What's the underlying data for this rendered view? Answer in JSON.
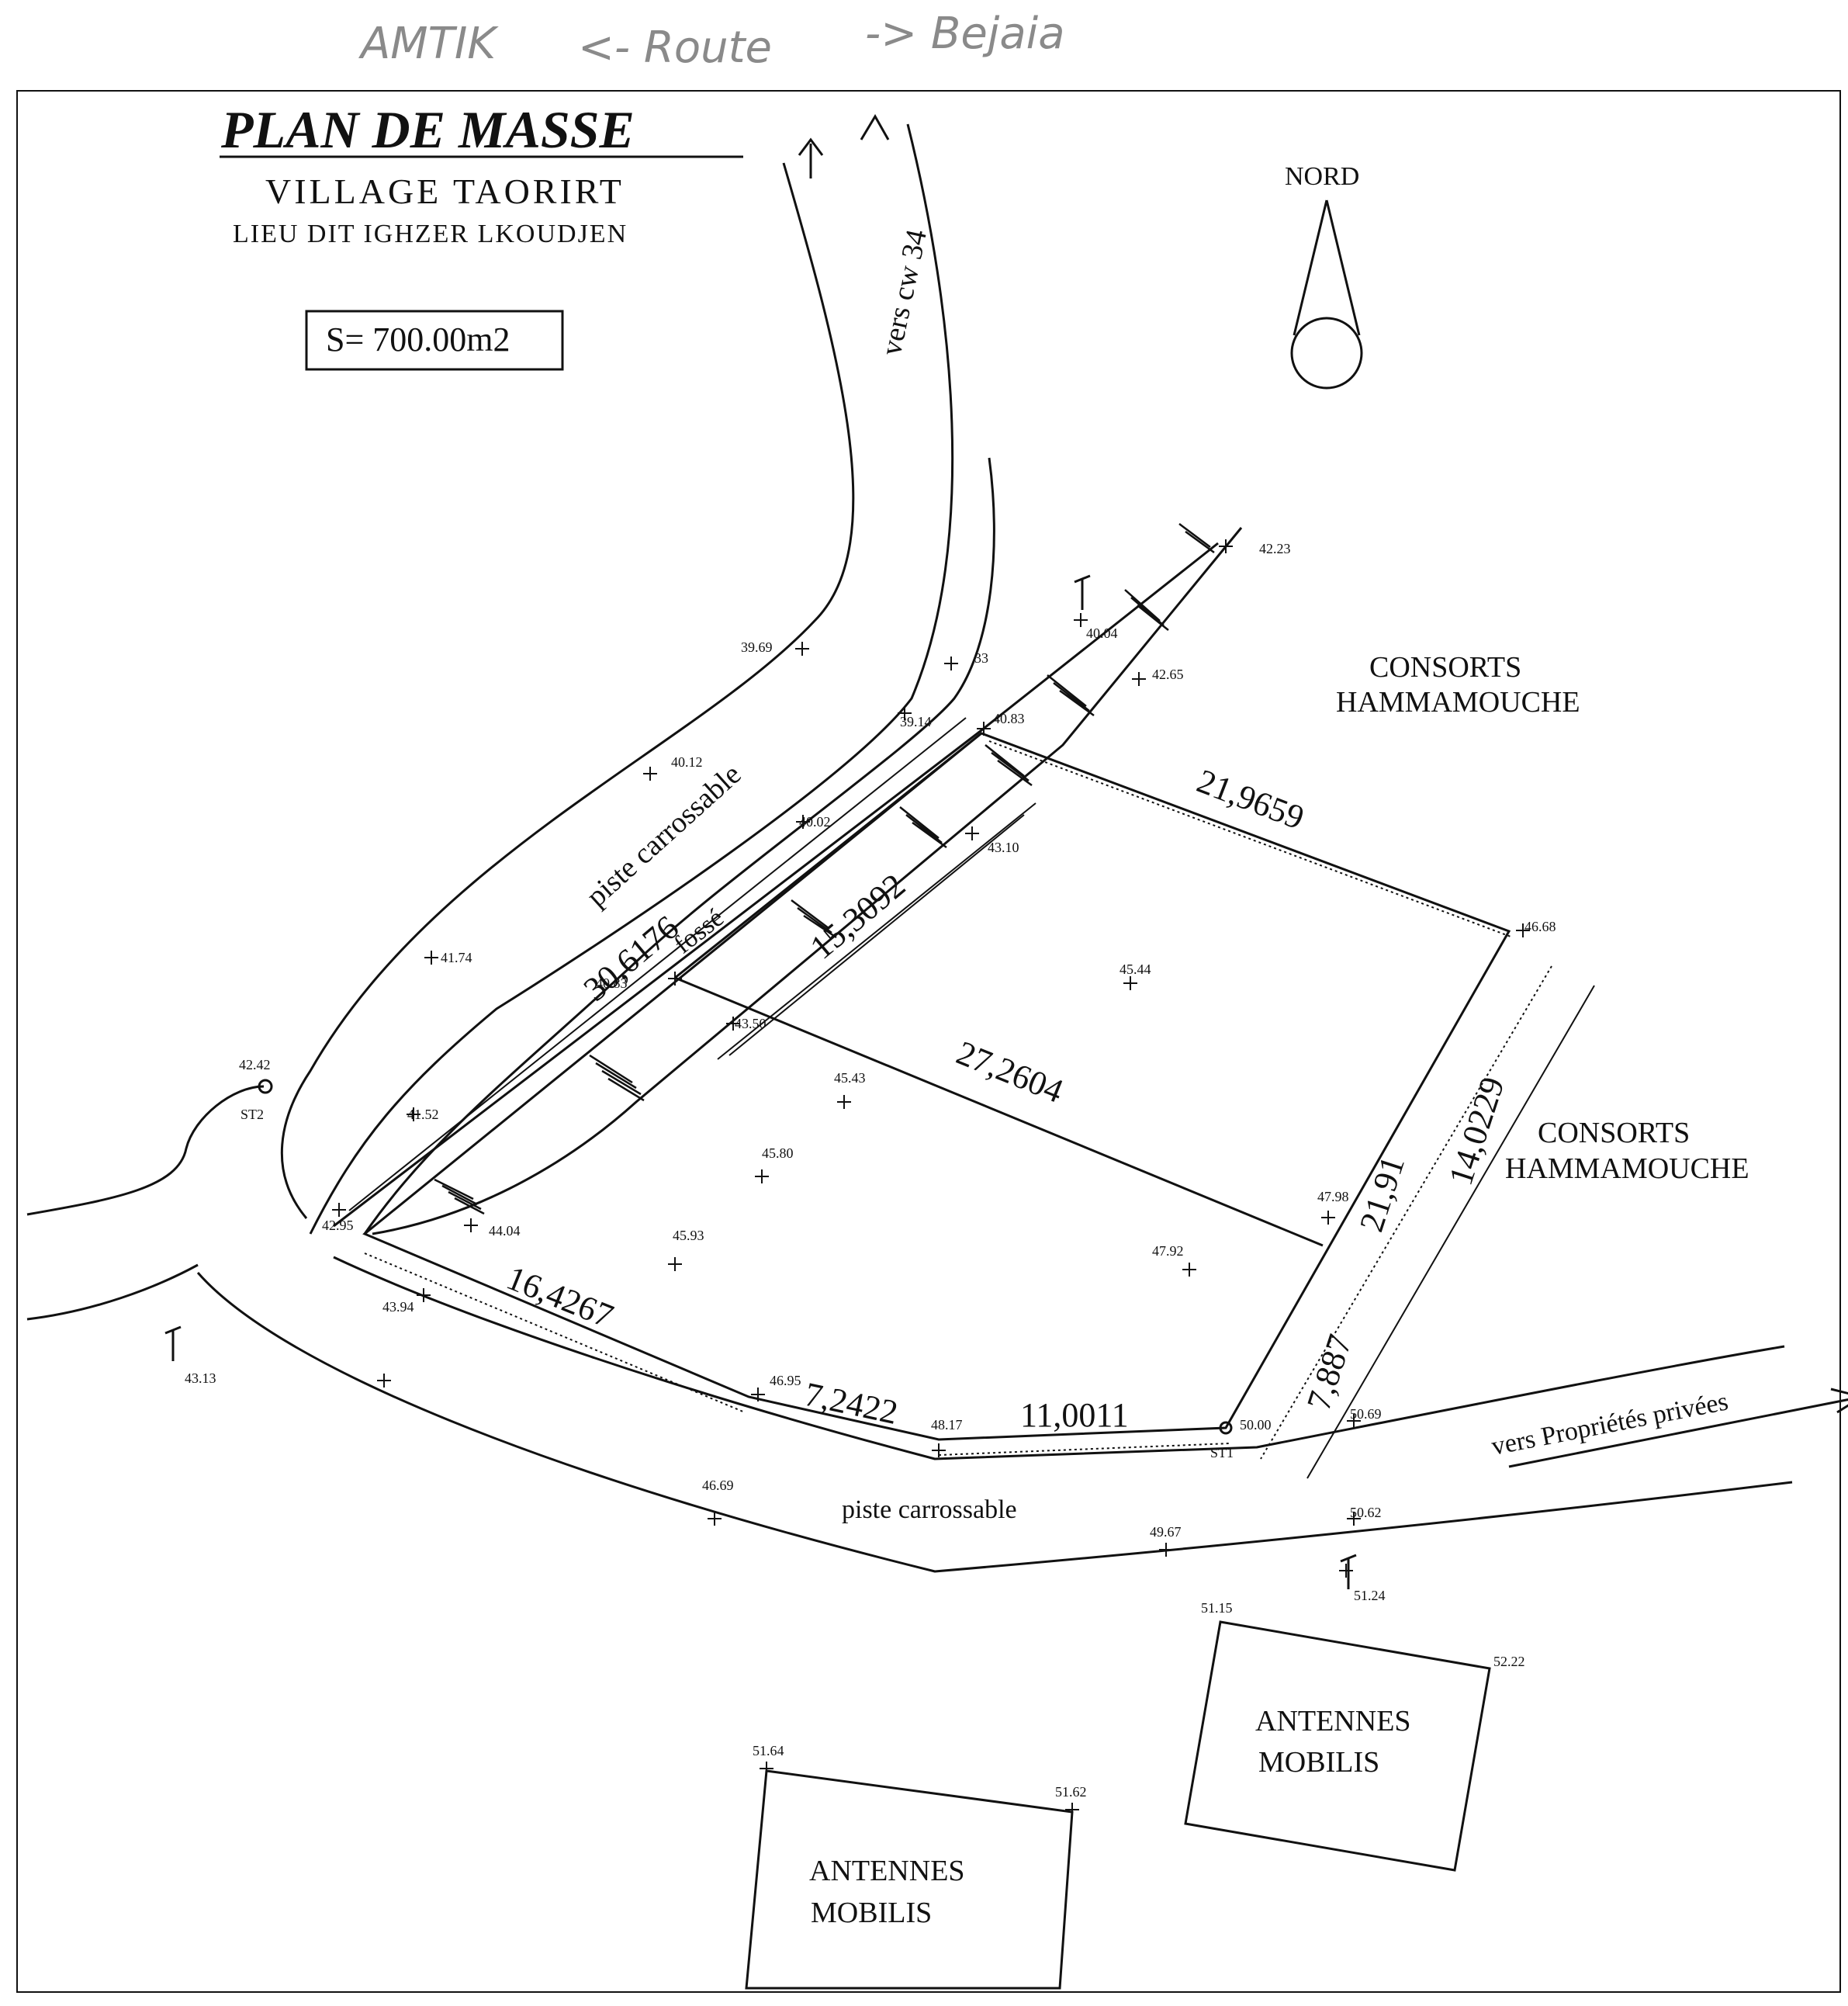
{
  "handwritten": {
    "left": "AMTIK",
    "middle": "<- Route",
    "right": "-> Bejaia"
  },
  "title": "PLAN DE MASSE",
  "subtitle": "VILLAGE TAORIRT",
  "locality": "LIEU DIT IGHZER LKOUDJEN",
  "surface": "S= 700.00m2",
  "north_label": "NORD",
  "road_labels": {
    "to_cw34": "vers cw 34",
    "track_upper": "piste carrossable",
    "track_lower": "piste carrossable",
    "to_private": "vers Propriétés privées",
    "ditch": "fossé"
  },
  "neighbours": {
    "east_upper": [
      "CONSORTS",
      "HAMMAMOUCHE"
    ],
    "east_lower": [
      "CONSORTS",
      "HAMMAMOUCHE"
    ]
  },
  "antennas": {
    "right": [
      "ANTENNES",
      "MOBILIS"
    ],
    "left": [
      "ANTENNES",
      "MOBILIS"
    ]
  },
  "stations": {
    "st2": "ST2",
    "st1": "ST1"
  },
  "dimensions": {
    "d1": "21,9659",
    "d2": "27,2604",
    "d3": "16,4267",
    "d4": "7,2422",
    "d5": "11,0011",
    "d6": "21,91",
    "d7": "14,0229",
    "d8": "7,887",
    "d9": "30,6176",
    "d10": "15,3092"
  },
  "elevations": {
    "e01": "42.23",
    "e02": "40.04",
    "e03": "42.65",
    "e04": "33",
    "e05": "39.69",
    "e06": "39.14",
    "e07": "40.83",
    "e08": "40.12",
    "e09": "40.02",
    "e10": "43.10",
    "e11": "41.74",
    "e12": "40.83",
    "e13": "43.50",
    "e14": "42.42",
    "e15": "41.52",
    "e16": "42.95",
    "e17": "44.04",
    "e18": "43.94",
    "e19": "43.13",
    "e20": "45.43",
    "e21": "45.80",
    "e22": "45.93",
    "e23": "45.44",
    "e24": "46.68",
    "e25": "47.98",
    "e26": "47.92",
    "e27": "46.95",
    "e28": "48.17",
    "e29": "50.00",
    "e30": "50.69",
    "e31": "46.69",
    "e32": "49.67",
    "e33": "50.62",
    "e34": "51.24",
    "e35": "51.15",
    "e36": "52.22",
    "e37": "51.64",
    "e38": "51.62"
  }
}
